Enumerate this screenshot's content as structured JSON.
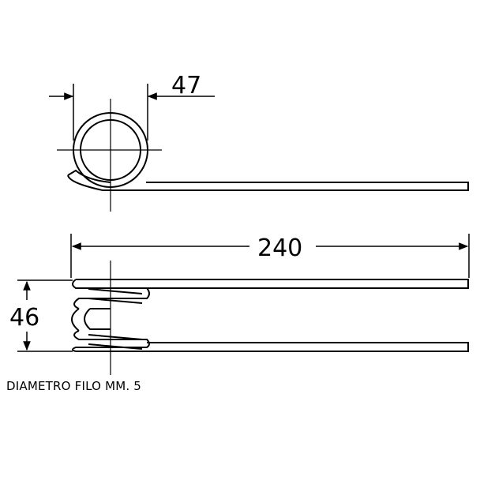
{
  "dimensions": {
    "diameter_outer": "47",
    "length": "240",
    "height": "46"
  },
  "note": "DIAMETRO FILO MM. 5",
  "colors": {
    "line": "#000000",
    "background": "#ffffff"
  }
}
